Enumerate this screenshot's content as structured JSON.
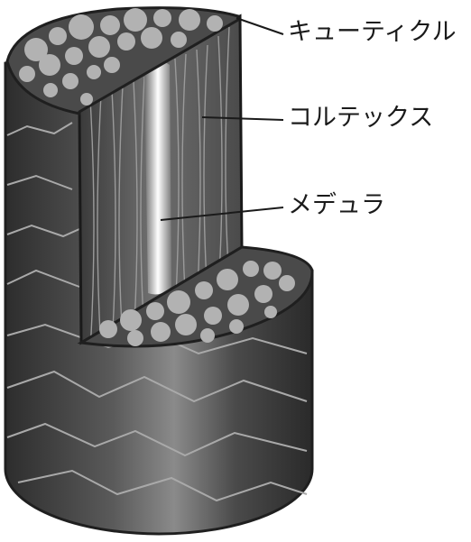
{
  "labels": {
    "cuticle": "キューティクル",
    "cortex": "コルテックス",
    "medulla": "メデュラ"
  },
  "colors": {
    "outer_dark": "#3a3a3a",
    "outer_light": "#8a8a8a",
    "fiber_dark": "#4b4b4b",
    "fiber_light": "#9a9a9a",
    "cell_fill": "#b2b2b2",
    "scale_line": "#a9a9a9"
  }
}
